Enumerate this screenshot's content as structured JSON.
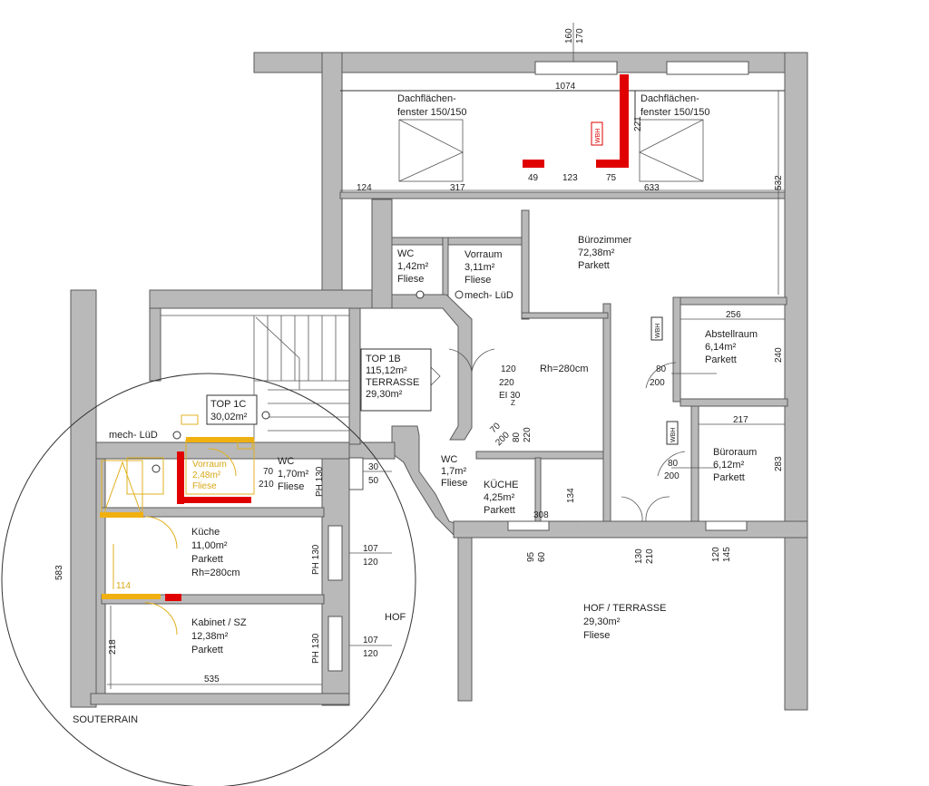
{
  "rooms": {
    "dach_left": [
      "Dachflächen-",
      "fenster 150/150"
    ],
    "dach_right": [
      "Dachflächen-",
      "fenster 150/150"
    ],
    "buero": [
      "Bürozimmer",
      "72,38m²",
      "Parkett"
    ],
    "wc1": [
      "WC",
      "1,42m²",
      "Fliese"
    ],
    "vorraum": [
      "Vorraum",
      "3,11m²",
      "Fliese"
    ],
    "mech_lud_1": "mech- LüD",
    "top1b": [
      "TOP 1B",
      "115,12m²",
      "TERRASSE",
      "29,30m²"
    ],
    "rh_top": "Rh=280cm",
    "abstell": [
      "Abstellraum",
      "6,14m²",
      "Parkett"
    ],
    "bueroraum": [
      "Büroraum",
      "6,12m²",
      "Parkett"
    ],
    "top1c": [
      "TOP 1C",
      "30,02m²"
    ],
    "mech_lud_2": "mech- LüD",
    "wc2": [
      "WC",
      "1,70m²",
      "Fliese"
    ],
    "vorraum2": [
      "Vorraum",
      "2,48m²",
      "Fliese"
    ],
    "wc3": [
      "WC",
      "1,7m²",
      "Fliese"
    ],
    "kueche_top": [
      "KÜCHE",
      "4,25m²",
      "Parkett"
    ],
    "kueche_bottom": [
      "Küche",
      "11,00m²",
      "Parkett",
      "Rh=280cm"
    ],
    "kabinet": [
      "Kabinet / SZ",
      "12,38m²",
      "Parkett"
    ],
    "hof_small": "HOF",
    "hof_terrasse": [
      "HOF / TERRASSE",
      "29,30m²",
      "Fliese"
    ],
    "souterrain": "SOUTERRAIN"
  },
  "dims": {
    "d160": "160",
    "d170": "170",
    "d1074": "1074",
    "d221": "221",
    "d49": "49",
    "d123": "123",
    "d75": "75",
    "d124": "124",
    "d317": "317",
    "d633": "633",
    "d532": "532",
    "d256": "256",
    "d240": "240",
    "d217": "217",
    "d283": "283",
    "d80a": "80",
    "d200a": "200",
    "d80b": "80",
    "d200b": "200",
    "d120": "120",
    "d220": "220",
    "ei30": "EI 30",
    "z": "Z",
    "d70a": "70",
    "d200c": "200",
    "d80c": "80",
    "d220b": "220",
    "d70b": "70",
    "d210": "210",
    "ph130a": "PH 130",
    "d30": "30",
    "d50": "50",
    "d134": "134",
    "d308": "308",
    "d95": "95",
    "d60": "60",
    "d130": "130",
    "d210b": "210",
    "d120b": "120",
    "d145": "145",
    "ph130b": "PH 130",
    "ph130c": "PH 130",
    "d107a": "107",
    "d120c": "120",
    "d107b": "107",
    "d120d": "120",
    "d583": "583",
    "d218": "218",
    "d535": "535",
    "d114": "114"
  },
  "labels": {
    "wbh1": "WBH",
    "wbh2": "WBH",
    "wbh3": "WBH"
  }
}
